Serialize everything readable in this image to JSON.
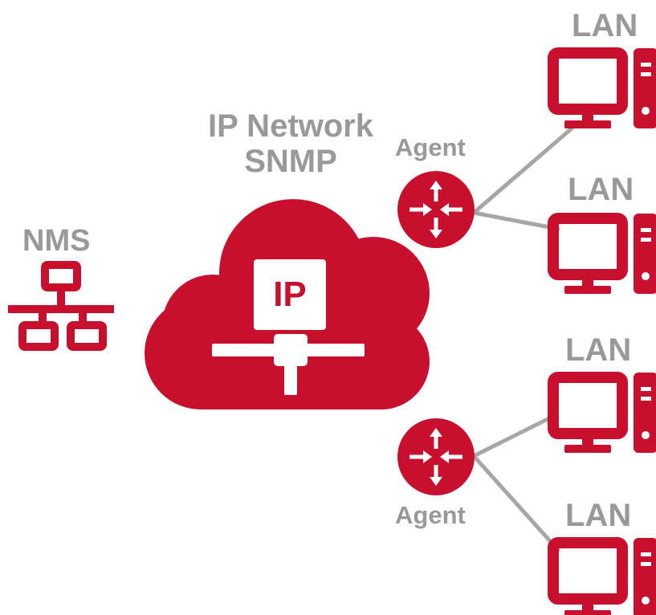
{
  "colors": {
    "accent": "#c8102e",
    "label": "#999999",
    "link": "#a6a6a6",
    "background": "#ffffff"
  },
  "network": {
    "title_line1": "IP Network",
    "title_line2": "SNMP",
    "cloud_label": "IP"
  },
  "nms": {
    "label": "NMS",
    "icon": "network-hierarchy-icon"
  },
  "agents": [
    {
      "label": "Agent",
      "icon": "router-icon"
    },
    {
      "label": "Agent",
      "icon": "router-icon"
    }
  ],
  "lans": [
    {
      "label": "LAN",
      "icon": "desktop-computer-icon"
    },
    {
      "label": "LAN",
      "icon": "desktop-computer-icon"
    },
    {
      "label": "LAN",
      "icon": "desktop-computer-icon"
    },
    {
      "label": "LAN",
      "icon": "desktop-computer-icon"
    }
  ]
}
